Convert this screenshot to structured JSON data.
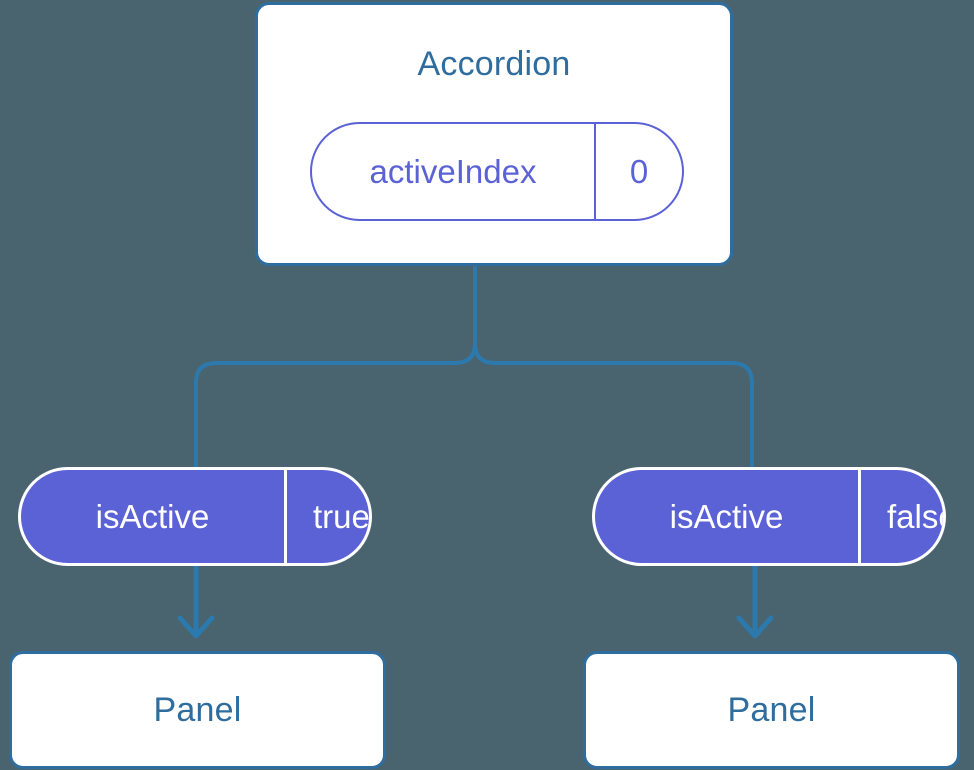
{
  "diagram": {
    "type": "component-state-tree",
    "background_color": "#4a646f",
    "accent_blue": "#2e6d9e",
    "accent_indigo": "#5b62d6",
    "root": {
      "title": "Accordion",
      "state": {
        "key": "activeIndex",
        "value": "0"
      }
    },
    "branches": [
      {
        "prop": {
          "key": "isActive",
          "value": "true"
        },
        "child": {
          "title": "Panel"
        }
      },
      {
        "prop": {
          "key": "isActive",
          "value": "false"
        },
        "child": {
          "title": "Panel"
        }
      }
    ]
  }
}
